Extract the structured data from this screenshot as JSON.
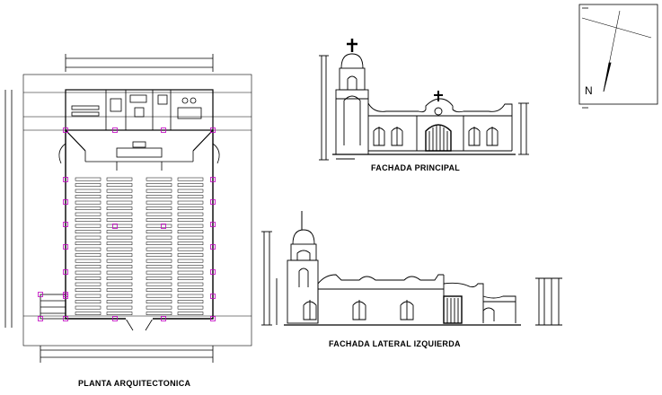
{
  "labels": {
    "plan": "PLANTA ARQUITECTONICA",
    "front_elevation": "FACHADA PRINCIPAL",
    "side_elevation": "FACHADA LATERAL IZQUIERDA",
    "north": "N"
  },
  "plan": {
    "pew_columns": 4,
    "pew_rows": 24
  }
}
